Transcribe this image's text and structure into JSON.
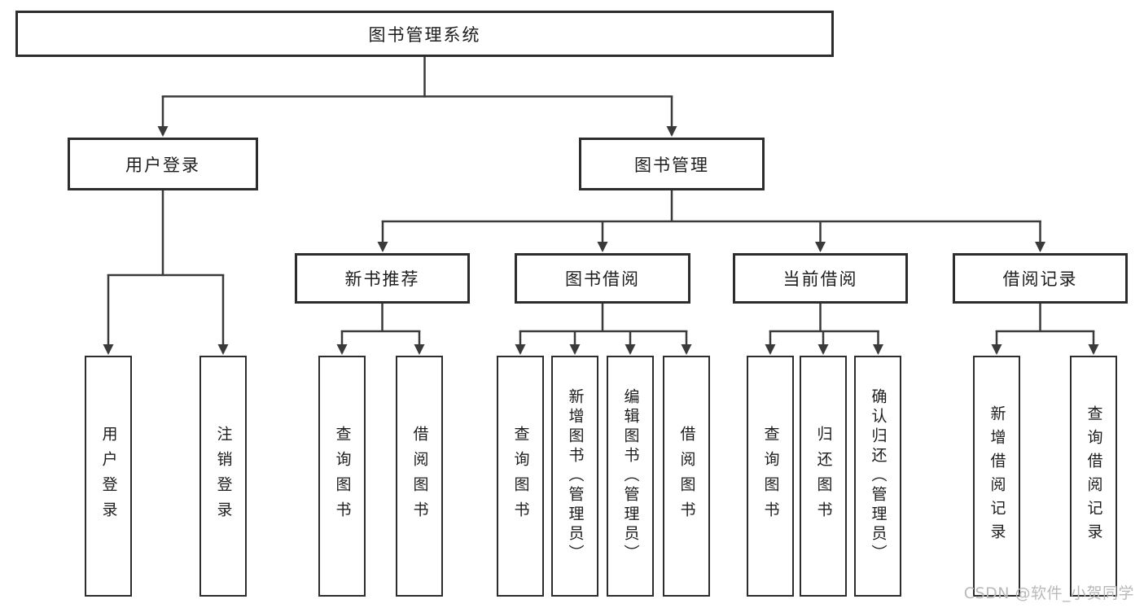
{
  "diagram": {
    "root": {
      "label": "图书管理系统"
    },
    "branches": [
      {
        "label": "用户登录",
        "children": [
          {
            "label": "用户登录"
          },
          {
            "label": "注销登录"
          }
        ]
      },
      {
        "label": "图书管理",
        "sections": [
          {
            "label": "新书推荐",
            "children": [
              {
                "label": "查询图书"
              },
              {
                "label": "借阅图书"
              }
            ]
          },
          {
            "label": "图书借阅",
            "children": [
              {
                "label": "查询图书"
              },
              {
                "label": "新增图书（管理员）"
              },
              {
                "label": "编辑图书（管理员）"
              },
              {
                "label": "借阅图书"
              }
            ]
          },
          {
            "label": "当前借阅",
            "children": [
              {
                "label": "查询图书"
              },
              {
                "label": "归还图书"
              },
              {
                "label": "确认归还（管理员）"
              }
            ]
          },
          {
            "label": "借阅记录",
            "children": [
              {
                "label": "新增借阅记录"
              },
              {
                "label": "查询借阅记录"
              }
            ]
          }
        ]
      }
    ]
  },
  "watermark": {
    "text": "CSDN @软件_小贺同学"
  },
  "colors": {
    "background": "#ffffff",
    "line": "#3a3a3a",
    "box_border": "#2d2d2d",
    "text": "#1d1d1d",
    "watermark_text": "#b9b9b9"
  }
}
